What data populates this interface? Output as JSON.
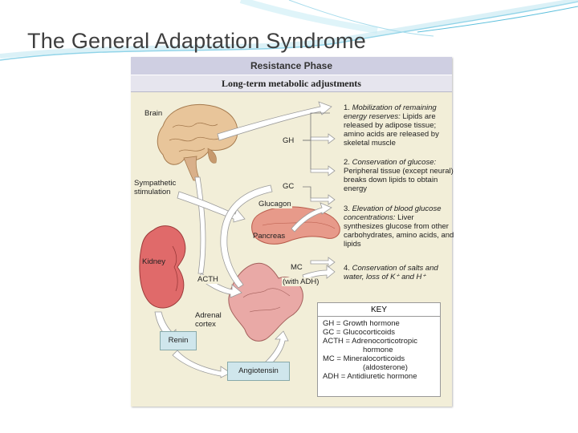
{
  "slide": {
    "title": "The General Adaptation Syndrome"
  },
  "figure": {
    "phase_header": "Resistance Phase",
    "subheader": "Long-term metabolic adjustments",
    "labels": {
      "brain": "Brain",
      "sympathetic": "Sympathetic\nstimulation",
      "pancreas": "Pancreas",
      "kidney": "Kidney",
      "adrenal": "Adrenal\ncortex",
      "renin": "Renin",
      "angiotensin": "Angiotensin"
    },
    "hormones": {
      "gh": "GH",
      "gc": "GC",
      "glucagon": "Glucagon",
      "acth": "ACTH",
      "mc": "MC",
      "with_adh": "(with ADH)"
    },
    "effects": [
      {
        "number": "1.",
        "title": "Mobilization of remaining energy reserves:",
        "text": "Lipids are released by adipose tissue; amino acids are released by skeletal muscle"
      },
      {
        "number": "2.",
        "title": "Conservation of glucose:",
        "text": "Peripheral tissue (except neural) breaks down lipids to obtain energy"
      },
      {
        "number": "3.",
        "title": "Elevation of blood glucose concentrations:",
        "text": "Liver synthesizes glucose from other carbohydrates, amino acids, and lipids"
      },
      {
        "number": "4.",
        "title": "Conservation of salts and water, loss of K⁺ and H⁺",
        "text": ""
      }
    ],
    "key": {
      "title": "KEY",
      "rows": [
        "GH = Growth hormone",
        "GC = Glucocorticoids",
        "ACTH = Adrenocorticotropic",
        "hormone",
        "MC = Mineralocorticoids",
        "(aldosterone)",
        "ADH = Antidiuretic hormone"
      ]
    }
  },
  "colors": {
    "brain": "#e8c59a",
    "pancreas": "#e79a8a",
    "kidney": "#e06a6a",
    "adrenal": "#e9a9a6",
    "arrow": "#ffffff",
    "panel": "#f2eed8"
  }
}
